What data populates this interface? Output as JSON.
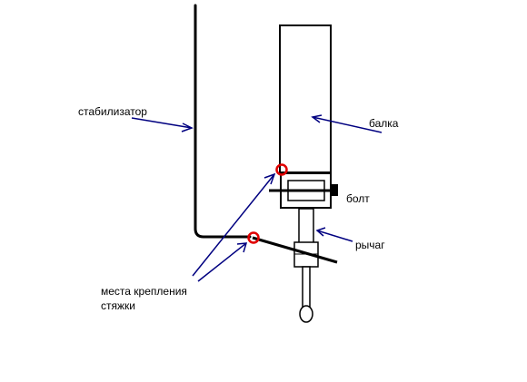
{
  "labels": {
    "stabilizer": "стабилизатор",
    "beam": "балка",
    "bolt": "болт",
    "lever": "рычаг",
    "mount_line1": "места крепления",
    "mount_line2": "стяжки"
  },
  "colors": {
    "structure": "#000000",
    "arrow": "#000080",
    "mount_point": "#e00000",
    "background": "#ffffff"
  }
}
